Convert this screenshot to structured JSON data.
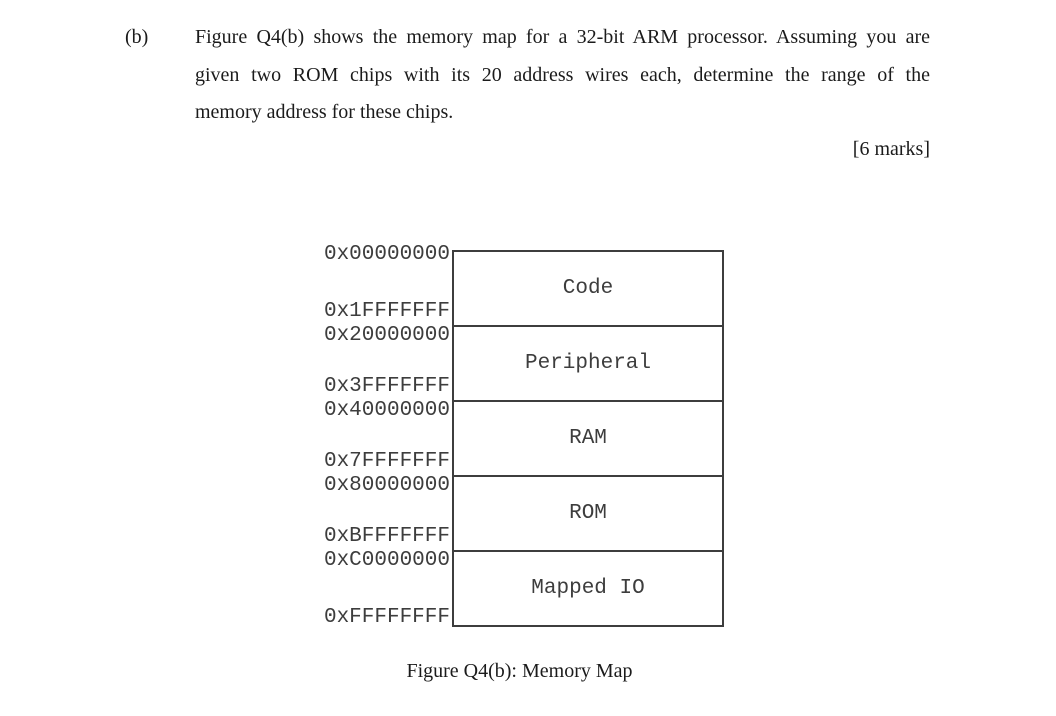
{
  "question": {
    "label": "(b)",
    "lines": [
      "Figure Q4(b) shows the memory map for a 32-bit ARM processor. Assuming you are",
      "given two ROM chips with its 20 address wires each, determine the range of the",
      "memory address for these chips."
    ],
    "marks": "[6 marks]"
  },
  "figure": {
    "caption": "Figure Q4(b): Memory Map",
    "sections": [
      {
        "name": "Code",
        "start_address": "0x00000000",
        "end_address": "0x1FFFFFFF"
      },
      {
        "name": "Peripheral",
        "start_address": "0x20000000",
        "end_address": "0x3FFFFFFF"
      },
      {
        "name": "RAM",
        "start_address": "0x40000000",
        "end_address": "0x7FFFFFFF"
      },
      {
        "name": "ROM",
        "start_address": "0x80000000",
        "end_address": "0xBFFFFFFF"
      },
      {
        "name": "Mapped IO",
        "start_address": "0xC0000000",
        "end_address": "0xFFFFFFFF"
      }
    ]
  },
  "colors": {
    "background": "#ffffff",
    "body_ink": "#1b1b1b",
    "diagram_ink": "#3d3d3d"
  }
}
